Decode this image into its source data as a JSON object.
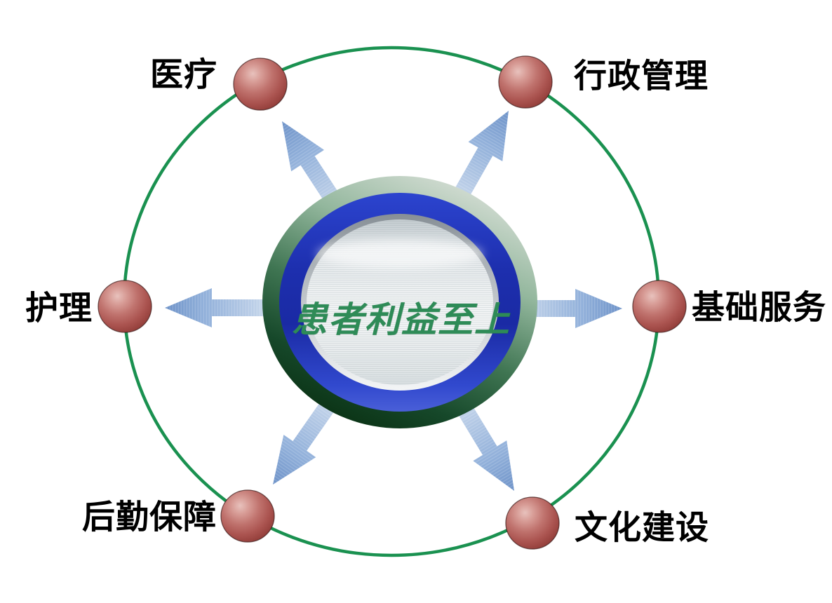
{
  "diagram": {
    "type": "hub-and-spoke",
    "center": {
      "text": "患者利益至上",
      "text_color": "#2e8b57"
    },
    "nodes": [
      {
        "label": "医疗",
        "position": "top-left"
      },
      {
        "label": "行政管理",
        "position": "top-right"
      },
      {
        "label": "护理",
        "position": "left"
      },
      {
        "label": "基础服务",
        "position": "right"
      },
      {
        "label": "后勤保障",
        "position": "bottom-left"
      },
      {
        "label": "文化建设",
        "position": "bottom-right"
      }
    ],
    "colors": {
      "orbit_green": "#1a9150",
      "sphere_red": "#c0736e",
      "arrow_blue": "#7a9cce",
      "ring_blue": "#2438c4",
      "ring_green_dark": "#0f3d1d",
      "ring_green_light": "#c6d7ca",
      "inner_disk_gray": "#e9edee",
      "label_color": "#000000"
    }
  }
}
